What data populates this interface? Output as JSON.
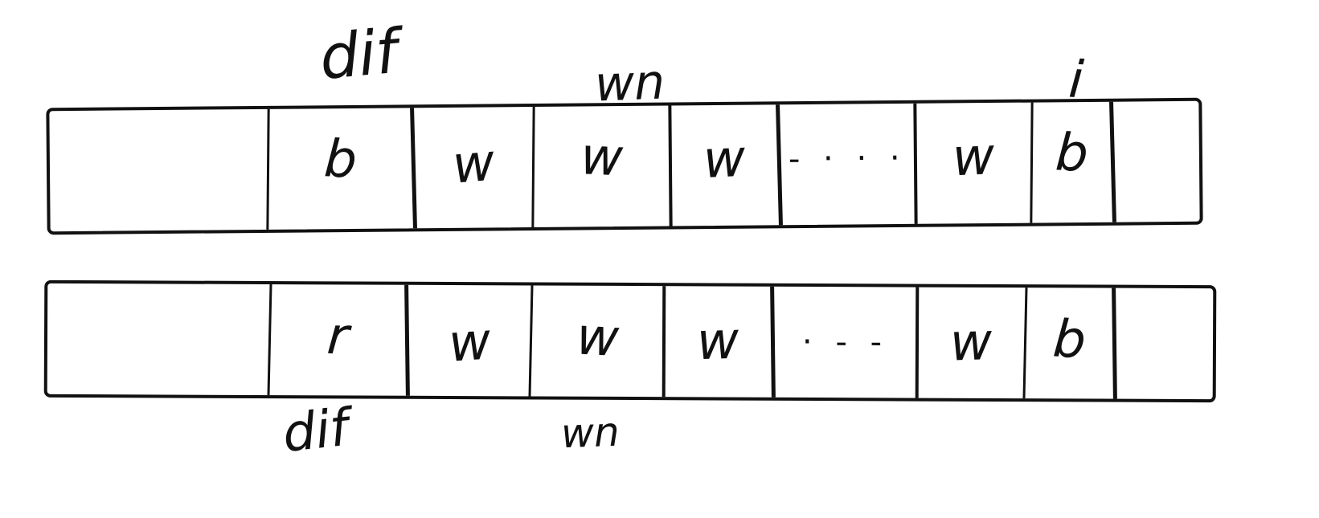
{
  "figure": {
    "background_color": "#ffffff",
    "ink_color": "#111111",
    "description": "Hand-drawn sketch of two horizontal tape/array strips divided into cells with handwritten letters"
  },
  "top_strip": {
    "labels": {
      "dif": "dif",
      "wn": "wn",
      "i": "i"
    },
    "cells": [
      {
        "label": ""
      },
      {
        "label": "b"
      },
      {
        "label": "w"
      },
      {
        "label": "w"
      },
      {
        "label": "w"
      },
      {
        "label": "- · · ·"
      },
      {
        "label": "w"
      },
      {
        "label": "b"
      },
      {
        "label": ""
      }
    ]
  },
  "bottom_strip": {
    "labels": {
      "dif": "dif",
      "wn": "wn"
    },
    "cells": [
      {
        "label": ""
      },
      {
        "label": "r"
      },
      {
        "label": "w"
      },
      {
        "label": "w"
      },
      {
        "label": "w"
      },
      {
        "label": "· - -"
      },
      {
        "label": "w"
      },
      {
        "label": "b"
      },
      {
        "label": ""
      }
    ]
  }
}
